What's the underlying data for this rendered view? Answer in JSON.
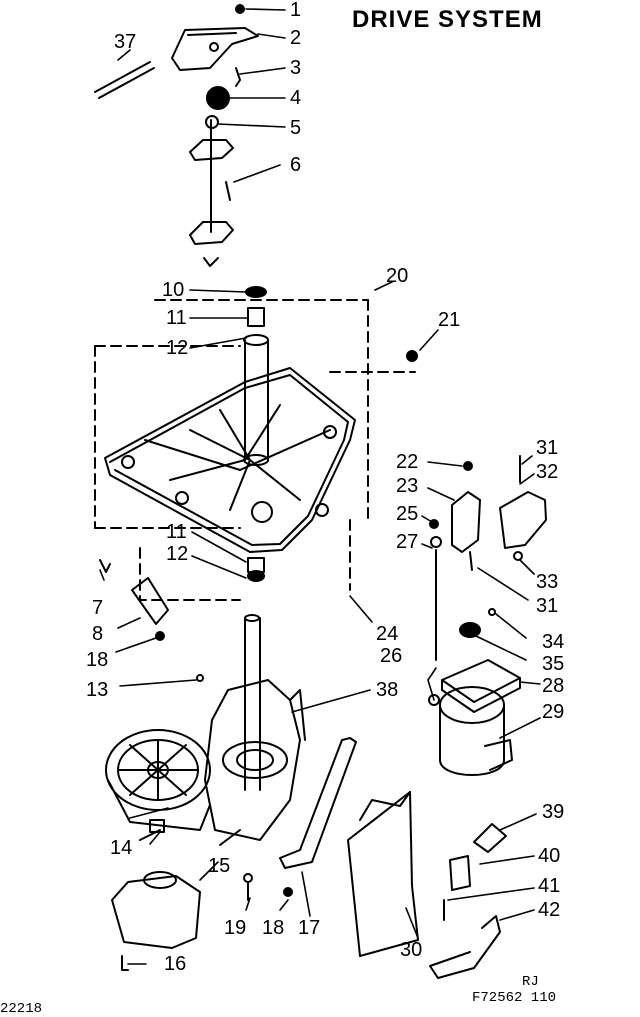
{
  "title": "DRIVE SYSTEM",
  "callouts": [
    "1",
    "2",
    "3",
    "4",
    "5",
    "6",
    "37",
    "10",
    "11",
    "12",
    "20",
    "21",
    "22",
    "23",
    "31",
    "32",
    "25",
    "27",
    "33",
    "31",
    "11",
    "12",
    "7",
    "8",
    "18",
    "24",
    "34",
    "26",
    "35",
    "28",
    "13",
    "38",
    "29",
    "39",
    "14",
    "15",
    "40",
    "41",
    "19",
    "18",
    "17",
    "42",
    "30",
    "16"
  ],
  "footer": {
    "code_top": "RJ",
    "code_bottom": "F72562 110",
    "corner": "22218"
  }
}
